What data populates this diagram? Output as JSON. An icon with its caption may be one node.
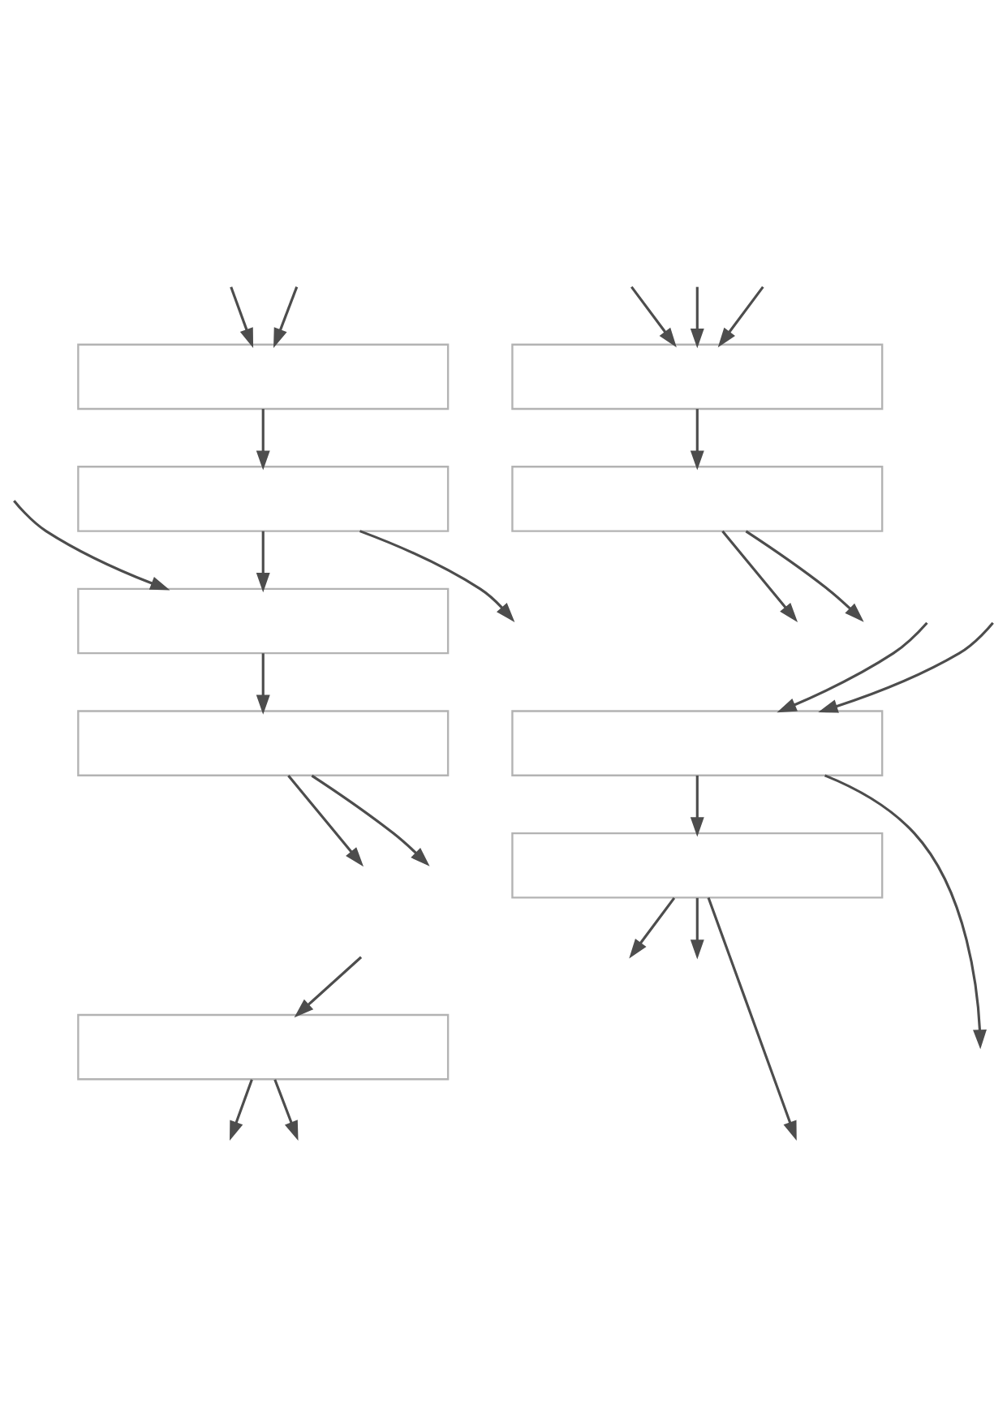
{
  "diagram": {
    "nodes": [
      {
        "text": [],
        "shape": "box"
      },
      {
        "text": [],
        "shape": "box"
      },
      {
        "text": [],
        "shape": "box"
      },
      {
        "text": [],
        "shape": "box"
      },
      {
        "text": [],
        "shape": "box"
      },
      {
        "text": [],
        "shape": "box"
      },
      {
        "text": [],
        "shape": "box"
      },
      {
        "text": [],
        "shape": "box"
      },
      {
        "text": [],
        "shape": "box"
      }
    ],
    "edges": [
      {
        "from": null,
        "to": 0,
        "arrow": "to"
      },
      {
        "from": null,
        "to": 0,
        "arrow": "to"
      },
      {
        "from": 0,
        "to": 1,
        "arrow": "to"
      },
      {
        "from": 1,
        "to": null,
        "arrow": "to"
      },
      {
        "from": 1,
        "to": 2,
        "arrow": "to"
      },
      {
        "from": null,
        "to": 2,
        "arrow": "to"
      },
      {
        "from": 2,
        "to": 3,
        "arrow": "to"
      },
      {
        "from": 3,
        "to": null,
        "arrow": "to"
      },
      {
        "from": 3,
        "to": null,
        "arrow": "to"
      },
      {
        "from": null,
        "to": 4,
        "arrow": "to"
      },
      {
        "from": 4,
        "to": null,
        "arrow": "to"
      },
      {
        "from": 4,
        "to": null,
        "arrow": "to"
      },
      {
        "from": null,
        "to": 5,
        "arrow": "to"
      },
      {
        "from": null,
        "to": 5,
        "arrow": "to"
      },
      {
        "from": null,
        "to": 5,
        "arrow": "to"
      },
      {
        "from": 5,
        "to": 6,
        "arrow": "to"
      },
      {
        "from": 6,
        "to": null,
        "arrow": "to"
      },
      {
        "from": 6,
        "to": null,
        "arrow": "to"
      },
      {
        "from": 7,
        "to": null,
        "arrow": "to"
      },
      {
        "from": null,
        "to": 7,
        "arrow": "to"
      },
      {
        "from": null,
        "to": 7,
        "arrow": "to"
      },
      {
        "from": 7,
        "to": 8,
        "arrow": "to"
      },
      {
        "from": 8,
        "to": null,
        "arrow": "to"
      },
      {
        "from": 8,
        "to": null,
        "arrow": "to"
      },
      {
        "from": 8,
        "to": null,
        "arrow": "to"
      }
    ]
  }
}
